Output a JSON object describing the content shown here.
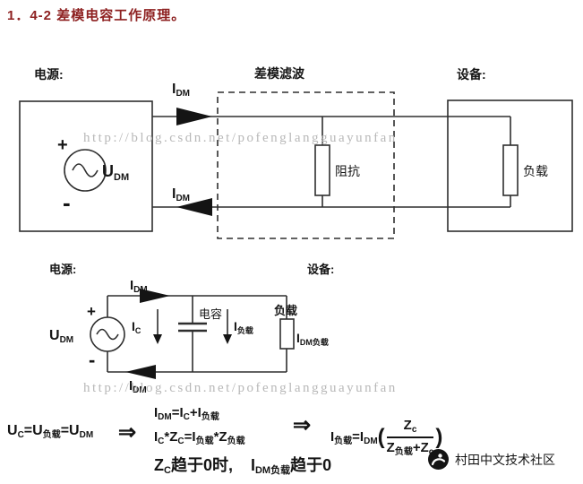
{
  "title": "1．4-2 差模电容工作原理。",
  "watermark": "http://blog.csdn.net/pofenglangguayunfan",
  "top_diagram": {
    "source_label": "电源:",
    "device_label": "设备:",
    "filter_label": "差模滤波",
    "impedance_label": "阻抗",
    "load_label": "负载",
    "plus": "+",
    "minus": "-",
    "u": "U",
    "u_sub": "DM",
    "i_top": "I",
    "i_top_sub": "DM",
    "i_bottom": "I",
    "i_bottom_sub": "DM"
  },
  "mid_diagram": {
    "source_label": "电源:",
    "device_label": "设备:",
    "cap_label": "电容",
    "load_label": "负载",
    "plus": "+",
    "minus": "-",
    "u": "U",
    "u_sub": "DM",
    "i_top": "I",
    "i_top_sub": "DM",
    "i_bottom": "I",
    "i_bottom_sub": "DM",
    "i_cap": "I",
    "i_cap_sub": "C",
    "i_load": "I",
    "i_load_sub": "负载",
    "i_dm_load": "I",
    "i_dm_load_sub": "DM负载"
  },
  "equations": {
    "implies1": "⇒",
    "implies2": "⇒",
    "eq_u": {
      "t1": "U",
      "s1": "C",
      "t2": "=U",
      "s2": "负载",
      "t3": "=U",
      "s3": "DM"
    },
    "eq_i": {
      "t1": "I",
      "s1": "DM",
      "t2": "=I",
      "s2": "C",
      "t3": "+I",
      "s3": "负载"
    },
    "eq_z": {
      "t1": "I",
      "s1": "C",
      "t2": "*Z",
      "s2": "C",
      "t3": "=I",
      "s3": "负载",
      "t4": "*Z",
      "s4": "负载"
    },
    "eq_result": {
      "t1": "I",
      "s1": "负载",
      "t2": "=I",
      "s2": "DM",
      "open_paren": "(",
      "num_t": "Z",
      "num_s": "c",
      "den_t1": "Z",
      "den_s1": "负载",
      "den_t2": "+Z",
      "den_s2": "c",
      "close_paren": ")"
    },
    "eq_limit": {
      "t1": "Z",
      "s1": "C",
      "t2": "趋于0时,",
      "t3": "I",
      "s3": "DM负载",
      "t4": "趋于0"
    }
  },
  "footer": {
    "community": "村田中文技术社区"
  }
}
